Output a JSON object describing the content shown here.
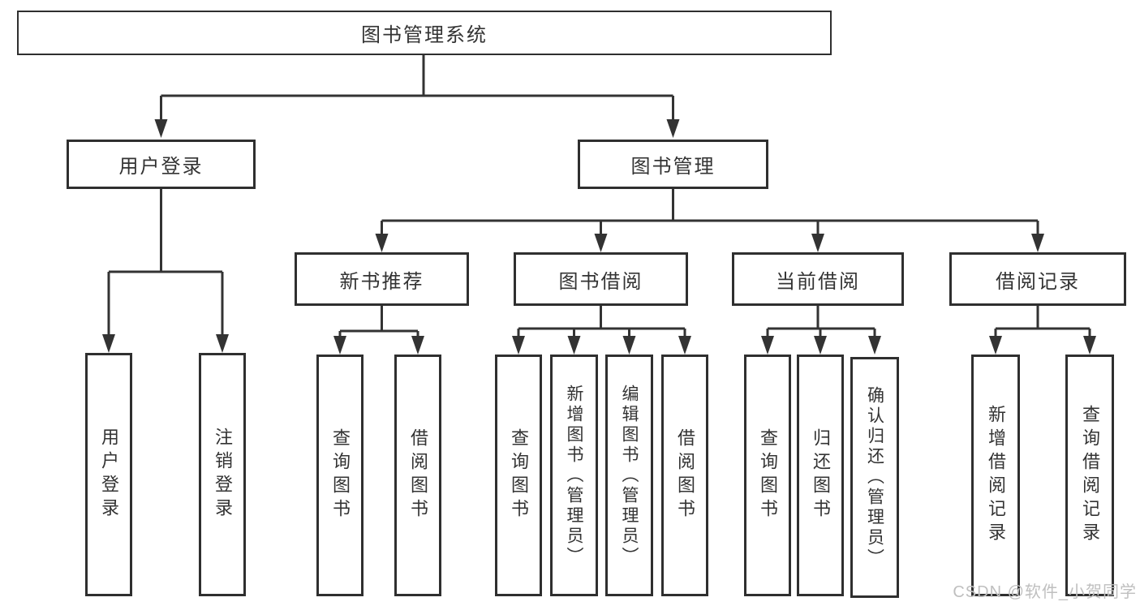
{
  "tree": {
    "root": {
      "label": "图书管理系统",
      "children": [
        {
          "label": "用户登录",
          "children": [
            {
              "label": "用户登录"
            },
            {
              "label": "注销登录"
            }
          ]
        },
        {
          "label": "图书管理",
          "children": [
            {
              "label": "新书推荐",
              "children": [
                {
                  "label": "查询图书"
                },
                {
                  "label": "借阅图书"
                }
              ]
            },
            {
              "label": "图书借阅",
              "children": [
                {
                  "label": "查询图书"
                },
                {
                  "label": "新增图书（管理员）"
                },
                {
                  "label": "编辑图书（管理员）"
                },
                {
                  "label": "借阅图书"
                }
              ]
            },
            {
              "label": "当前借阅",
              "children": [
                {
                  "label": "查询图书"
                },
                {
                  "label": "归还图书"
                },
                {
                  "label": "确认归还（管理员）"
                }
              ]
            },
            {
              "label": "借阅记录",
              "children": [
                {
                  "label": "新增借阅记录"
                },
                {
                  "label": "查询借阅记录"
                }
              ]
            }
          ]
        }
      ]
    }
  },
  "watermark": {
    "text": "CSDN @软件_小贺同学"
  },
  "colors": {
    "line": "#333333",
    "border": "#2f2f2f",
    "text": "#333333",
    "watermark": "#bfbfbf",
    "background": "#ffffff"
  }
}
